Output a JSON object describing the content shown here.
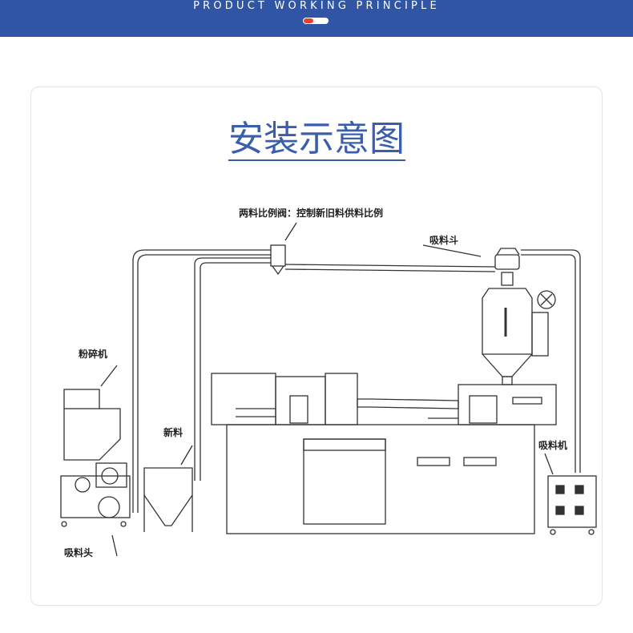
{
  "banner": {
    "title": "PRODUCT WORKING PRINCIPLE"
  },
  "diagram": {
    "title": "安装示意图",
    "labels": {
      "valve": "两料比例阀：控制新旧料供料比例",
      "hopper": "吸料斗",
      "crusher": "粉碎机",
      "new_material": "新料",
      "suction_machine": "吸料机",
      "suction_head": "吸料头"
    }
  }
}
